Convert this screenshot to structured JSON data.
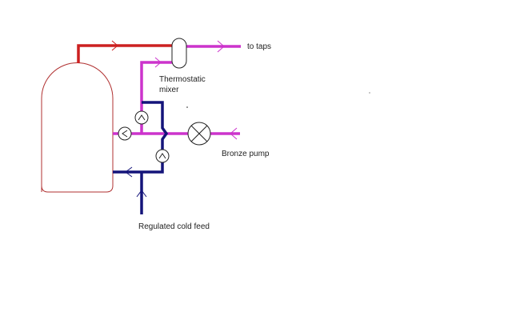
{
  "labels": {
    "to_taps": "to taps",
    "mixer_line1": "Thermostatic",
    "mixer_line2": "mixer",
    "pump": "Bronze pump",
    "cold_feed": "Regulated cold feed"
  },
  "colors": {
    "hot": "#cc2020",
    "mixed": "#cc33cc",
    "cold": "#14147a",
    "cylinder": "#b03030"
  },
  "icons": [
    "cylinder",
    "thermostatic-mixer",
    "check-valve",
    "pump",
    "flow-arrow"
  ]
}
